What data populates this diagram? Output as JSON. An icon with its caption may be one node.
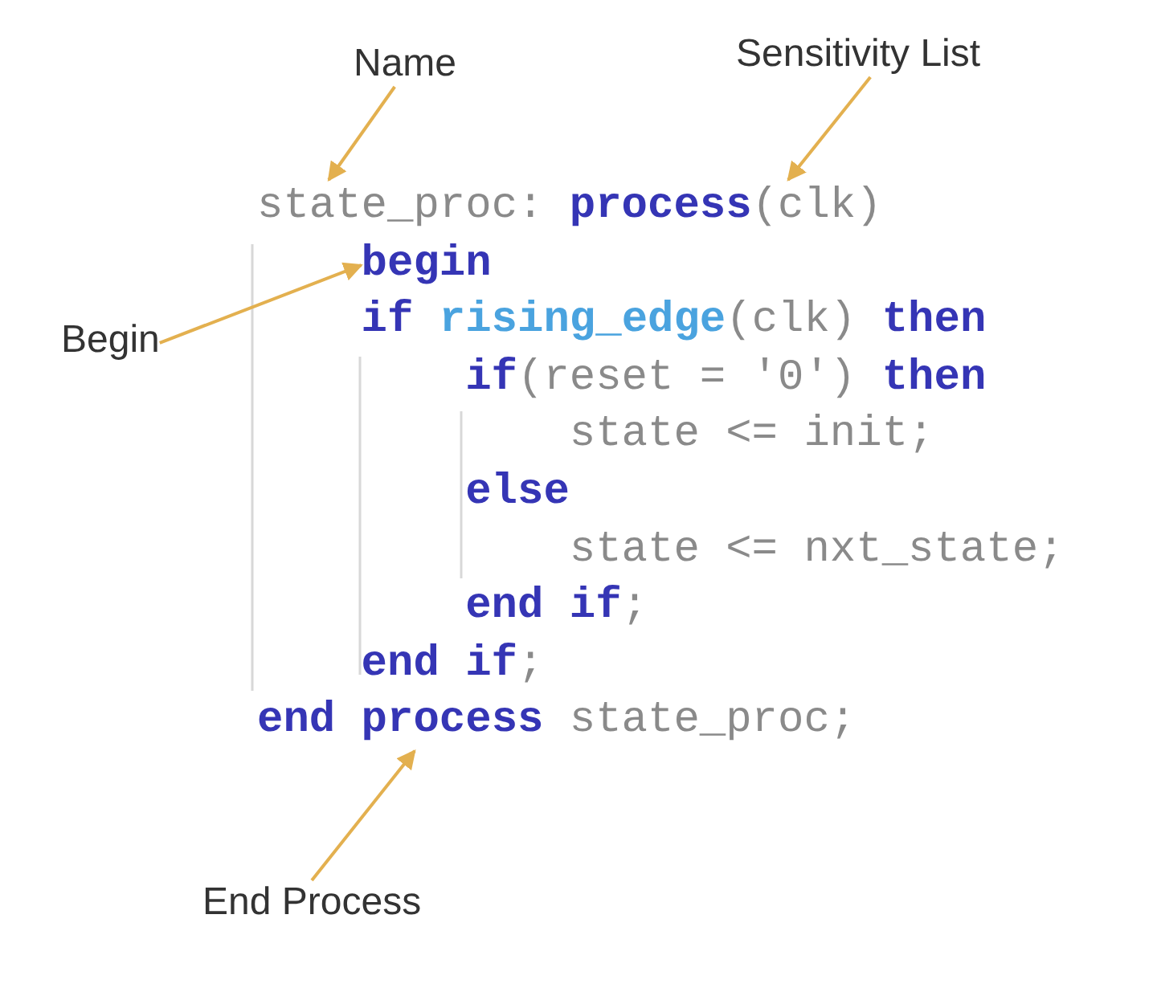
{
  "diagram": {
    "nodes": [
      {
        "text": [
          "Name"
        ]
      },
      {
        "text": [
          "Sensitivity List"
        ]
      },
      {
        "text": [
          "Begin"
        ]
      },
      {
        "text": [
          "End Process"
        ]
      },
      {
        "text": [
          "state_proc:"
        ]
      },
      {
        "text": [
          "**process**(clk)"
        ]
      },
      {
        "text": [
          "begin"
        ]
      },
      {
        "text": [
          "end process"
        ]
      }
    ],
    "edges": [
      {
        "from": 0,
        "to": 4,
        "arrow": "to"
      },
      {
        "from": 1,
        "to": 5,
        "arrow": "to"
      },
      {
        "from": 2,
        "to": 6,
        "arrow": "to"
      },
      {
        "from": 3,
        "to": 7,
        "arrow": "to"
      }
    ],
    "labels": [
      "**if** *rising_edge*(clk) **then**",
      "**if**(reset = '0') **then**",
      "state <= init;",
      "else",
      "state <= nxt_state;",
      "**end if**;",
      "**end if**;",
      "state_proc;"
    ]
  }
}
